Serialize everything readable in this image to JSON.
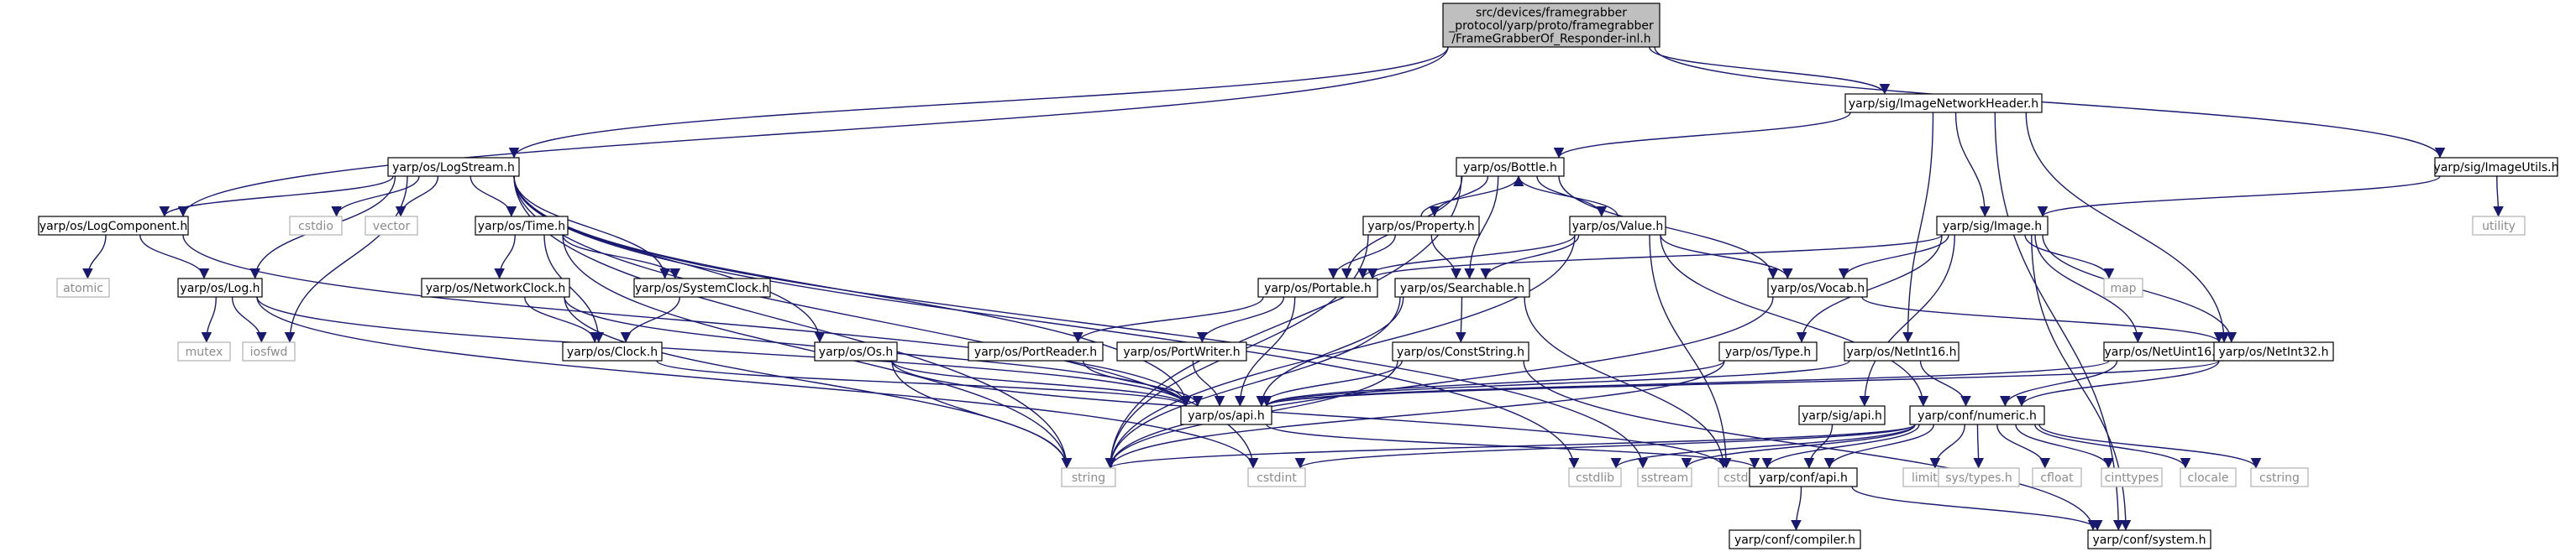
{
  "colors": {
    "edge": "#191970",
    "node_border": "#000000",
    "std_border": "#b0b0b0",
    "root_fill": "#bfbfbf",
    "std_text": "#8c8c8c"
  },
  "nodes": [
    {
      "id": "root",
      "lines": [
        "src/devices/framegrabber",
        "_protocol/yarp/proto/framegrabber",
        "/FrameGrabberOf_Responder-inl.h"
      ],
      "kind": "root"
    },
    {
      "id": "logstream",
      "lines": [
        "yarp/os/LogStream.h"
      ],
      "kind": "file"
    },
    {
      "id": "imgnethdr",
      "lines": [
        "yarp/sig/ImageNetworkHeader.h"
      ],
      "kind": "file"
    },
    {
      "id": "imgutils",
      "lines": [
        "yarp/sig/ImageUtils.h"
      ],
      "kind": "file"
    },
    {
      "id": "logcomp",
      "lines": [
        "yarp/os/LogComponent.h"
      ],
      "kind": "file"
    },
    {
      "id": "cstdio",
      "lines": [
        "cstdio"
      ],
      "kind": "std"
    },
    {
      "id": "vector",
      "lines": [
        "vector"
      ],
      "kind": "std"
    },
    {
      "id": "time",
      "lines": [
        "yarp/os/Time.h"
      ],
      "kind": "file"
    },
    {
      "id": "bottle",
      "lines": [
        "yarp/os/Bottle.h"
      ],
      "kind": "file"
    },
    {
      "id": "image",
      "lines": [
        "yarp/sig/Image.h"
      ],
      "kind": "file"
    },
    {
      "id": "utility",
      "lines": [
        "utility"
      ],
      "kind": "std"
    },
    {
      "id": "atomic",
      "lines": [
        "atomic"
      ],
      "kind": "std"
    },
    {
      "id": "log",
      "lines": [
        "yarp/os/Log.h"
      ],
      "kind": "file"
    },
    {
      "id": "netclock",
      "lines": [
        "yarp/os/NetworkClock.h"
      ],
      "kind": "file"
    },
    {
      "id": "sysclock",
      "lines": [
        "yarp/os/SystemClock.h"
      ],
      "kind": "file"
    },
    {
      "id": "property",
      "lines": [
        "yarp/os/Property.h"
      ],
      "kind": "file"
    },
    {
      "id": "value",
      "lines": [
        "yarp/os/Value.h"
      ],
      "kind": "file"
    },
    {
      "id": "portable",
      "lines": [
        "yarp/os/Portable.h"
      ],
      "kind": "file"
    },
    {
      "id": "searchable",
      "lines": [
        "yarp/os/Searchable.h"
      ],
      "kind": "file"
    },
    {
      "id": "vocab",
      "lines": [
        "yarp/os/Vocab.h"
      ],
      "kind": "file"
    },
    {
      "id": "map",
      "lines": [
        "map"
      ],
      "kind": "std"
    },
    {
      "id": "mutex",
      "lines": [
        "mutex"
      ],
      "kind": "std"
    },
    {
      "id": "iosfwd",
      "lines": [
        "iosfwd"
      ],
      "kind": "std"
    },
    {
      "id": "clock",
      "lines": [
        "yarp/os/Clock.h"
      ],
      "kind": "file"
    },
    {
      "id": "os",
      "lines": [
        "yarp/os/Os.h"
      ],
      "kind": "file"
    },
    {
      "id": "portreader",
      "lines": [
        "yarp/os/PortReader.h"
      ],
      "kind": "file"
    },
    {
      "id": "portwriter",
      "lines": [
        "yarp/os/PortWriter.h"
      ],
      "kind": "file"
    },
    {
      "id": "conststring",
      "lines": [
        "yarp/os/ConstString.h"
      ],
      "kind": "file"
    },
    {
      "id": "type",
      "lines": [
        "yarp/os/Type.h"
      ],
      "kind": "file"
    },
    {
      "id": "netuint16",
      "lines": [
        "yarp/os/NetUint16.h"
      ],
      "kind": "file"
    },
    {
      "id": "netint16",
      "lines": [
        "yarp/os/NetInt16.h"
      ],
      "kind": "file"
    },
    {
      "id": "netint32",
      "lines": [
        "yarp/os/NetInt32.h"
      ],
      "kind": "file"
    },
    {
      "id": "osapi",
      "lines": [
        "yarp/os/api.h"
      ],
      "kind": "file"
    },
    {
      "id": "sigapi",
      "lines": [
        "yarp/sig/api.h"
      ],
      "kind": "file"
    },
    {
      "id": "numeric",
      "lines": [
        "yarp/conf/numeric.h"
      ],
      "kind": "file"
    },
    {
      "id": "string",
      "lines": [
        "string"
      ],
      "kind": "std"
    },
    {
      "id": "cstdint",
      "lines": [
        "cstdint"
      ],
      "kind": "std"
    },
    {
      "id": "cstdlib",
      "lines": [
        "cstdlib"
      ],
      "kind": "std"
    },
    {
      "id": "sstream",
      "lines": [
        "sstream"
      ],
      "kind": "std"
    },
    {
      "id": "cstddef",
      "lines": [
        "cstddef"
      ],
      "kind": "std"
    },
    {
      "id": "confapi",
      "lines": [
        "yarp/conf/api.h"
      ],
      "kind": "file"
    },
    {
      "id": "limits",
      "lines": [
        "limits"
      ],
      "kind": "std"
    },
    {
      "id": "systypes",
      "lines": [
        "sys/types.h"
      ],
      "kind": "std"
    },
    {
      "id": "cfloat",
      "lines": [
        "cfloat"
      ],
      "kind": "std"
    },
    {
      "id": "cinttypes",
      "lines": [
        "cinttypes"
      ],
      "kind": "std"
    },
    {
      "id": "clocale",
      "lines": [
        "clocale"
      ],
      "kind": "std"
    },
    {
      "id": "cstring",
      "lines": [
        "cstring"
      ],
      "kind": "std"
    },
    {
      "id": "compiler",
      "lines": [
        "yarp/conf/compiler.h"
      ],
      "kind": "file"
    },
    {
      "id": "system",
      "lines": [
        "yarp/conf/system.h"
      ],
      "kind": "file"
    }
  ],
  "edges": [
    [
      "root",
      "logstream"
    ],
    [
      "root",
      "imgnethdr"
    ],
    [
      "root",
      "imgutils"
    ],
    [
      "root",
      "logcomp"
    ],
    [
      "logstream",
      "logcomp"
    ],
    [
      "logstream",
      "cstdio"
    ],
    [
      "logstream",
      "vector"
    ],
    [
      "logstream",
      "time"
    ],
    [
      "logstream",
      "log"
    ],
    [
      "logstream",
      "sysclock"
    ],
    [
      "logstream",
      "os"
    ],
    [
      "logstream",
      "osapi"
    ],
    [
      "logstream",
      "iosfwd"
    ],
    [
      "logstream",
      "string"
    ],
    [
      "logstream",
      "cstdint"
    ],
    [
      "logstream",
      "cstdlib"
    ],
    [
      "logstream",
      "sstream"
    ],
    [
      "logcomp",
      "atomic"
    ],
    [
      "logcomp",
      "log"
    ],
    [
      "logcomp",
      "osapi"
    ],
    [
      "log",
      "mutex"
    ],
    [
      "log",
      "iosfwd"
    ],
    [
      "log",
      "osapi"
    ],
    [
      "log",
      "cstdint"
    ],
    [
      "time",
      "netclock"
    ],
    [
      "time",
      "sysclock"
    ],
    [
      "time",
      "clock"
    ],
    [
      "time",
      "string"
    ],
    [
      "netclock",
      "clock"
    ],
    [
      "netclock",
      "osapi"
    ],
    [
      "netclock",
      "string"
    ],
    [
      "sysclock",
      "clock"
    ],
    [
      "clock",
      "osapi"
    ],
    [
      "os",
      "osapi"
    ],
    [
      "os",
      "string"
    ],
    [
      "os",
      "cstddef"
    ],
    [
      "imgnethdr",
      "bottle"
    ],
    [
      "imgnethdr",
      "image"
    ],
    [
      "imgnethdr",
      "netint32"
    ],
    [
      "imgnethdr",
      "netint16"
    ],
    [
      "imgnethdr",
      "system"
    ],
    [
      "imgutils",
      "image"
    ],
    [
      "imgutils",
      "utility"
    ],
    [
      "bottle",
      "property"
    ],
    [
      "bottle",
      "value"
    ],
    [
      "bottle",
      "portable"
    ],
    [
      "bottle",
      "searchable"
    ],
    [
      "bottle",
      "vocab"
    ],
    [
      "bottle",
      "string"
    ],
    [
      "property",
      "bottle"
    ],
    [
      "property",
      "portable"
    ],
    [
      "property",
      "searchable"
    ],
    [
      "property",
      "string"
    ],
    [
      "value",
      "bottle"
    ],
    [
      "value",
      "portable"
    ],
    [
      "value",
      "searchable"
    ],
    [
      "value",
      "vocab"
    ],
    [
      "value",
      "string"
    ],
    [
      "value",
      "cstddef"
    ],
    [
      "value",
      "numeric"
    ],
    [
      "portable",
      "portreader"
    ],
    [
      "portable",
      "portwriter"
    ],
    [
      "portable",
      "osapi"
    ],
    [
      "portreader",
      "osapi"
    ],
    [
      "portwriter",
      "osapi"
    ],
    [
      "searchable",
      "conststring"
    ],
    [
      "searchable",
      "osapi"
    ],
    [
      "searchable",
      "string"
    ],
    [
      "searchable",
      "cstddef"
    ],
    [
      "conststring",
      "osapi"
    ],
    [
      "conststring",
      "string"
    ],
    [
      "conststring",
      "system"
    ],
    [
      "vocab",
      "netint32"
    ],
    [
      "vocab",
      "string"
    ],
    [
      "image",
      "portable"
    ],
    [
      "image",
      "vocab"
    ],
    [
      "image",
      "map"
    ],
    [
      "image",
      "type"
    ],
    [
      "image",
      "netuint16"
    ],
    [
      "image",
      "netint32"
    ],
    [
      "image",
      "sigapi"
    ],
    [
      "image",
      "system"
    ],
    [
      "type",
      "osapi"
    ],
    [
      "type",
      "string"
    ],
    [
      "netint16",
      "numeric"
    ],
    [
      "netint16",
      "osapi"
    ],
    [
      "netuint16",
      "numeric"
    ],
    [
      "netuint16",
      "osapi"
    ],
    [
      "netint32",
      "numeric"
    ],
    [
      "netint32",
      "osapi"
    ],
    [
      "osapi",
      "confapi"
    ],
    [
      "sigapi",
      "confapi"
    ],
    [
      "numeric",
      "string"
    ],
    [
      "numeric",
      "cstdint"
    ],
    [
      "numeric",
      "cstdlib"
    ],
    [
      "numeric",
      "sstream"
    ],
    [
      "numeric",
      "cstddef"
    ],
    [
      "numeric",
      "confapi"
    ],
    [
      "numeric",
      "limits"
    ],
    [
      "numeric",
      "systypes"
    ],
    [
      "numeric",
      "cfloat"
    ],
    [
      "numeric",
      "cinttypes"
    ],
    [
      "numeric",
      "clocale"
    ],
    [
      "numeric",
      "cstring"
    ],
    [
      "confapi",
      "compiler"
    ],
    [
      "confapi",
      "system"
    ]
  ]
}
